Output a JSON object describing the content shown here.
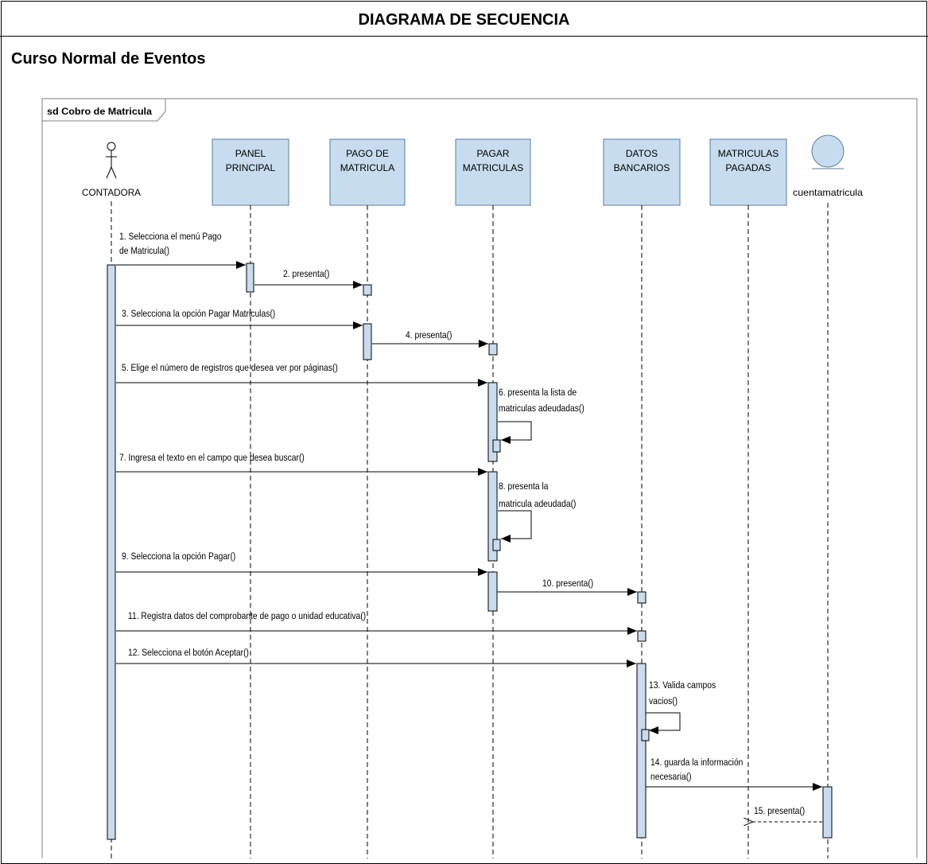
{
  "document": {
    "title": "DIAGRAMA DE SECUENCIA",
    "section": "Curso Normal de Eventos"
  },
  "diagram": {
    "frame_label": "sd Cobro de Matricula",
    "colors": {
      "box_fill": "#c7dcee",
      "box_stroke": "#5a7ea0",
      "activation_fill": "#c7dcee",
      "line": "#000000"
    },
    "lifelines": [
      {
        "id": "contadora",
        "kind": "actor",
        "label": [
          "CONTADORA"
        ]
      },
      {
        "id": "panel",
        "kind": "boundary",
        "label": [
          "PANEL",
          "PRINCIPAL"
        ]
      },
      {
        "id": "pago",
        "kind": "boundary",
        "label": [
          "PAGO DE",
          "MATRICULA"
        ]
      },
      {
        "id": "pagar",
        "kind": "boundary",
        "label": [
          "PAGAR",
          "MATRICULAS"
        ]
      },
      {
        "id": "datos",
        "kind": "boundary",
        "label": [
          "DATOS",
          "BANCARIOS"
        ]
      },
      {
        "id": "pagadas",
        "kind": "boundary",
        "label": [
          "MATRICULAS",
          "PAGADAS"
        ]
      },
      {
        "id": "cuenta",
        "kind": "entity",
        "label": [
          "cuentamatricula"
        ]
      }
    ],
    "messages": [
      {
        "num": 1,
        "text": [
          "1. Selecciona el menú Pago",
          "de Matricula()"
        ],
        "from": "contadora",
        "to": "panel",
        "type": "sync"
      },
      {
        "num": 2,
        "text": [
          "2. presenta()"
        ],
        "from": "panel",
        "to": "pago",
        "type": "sync"
      },
      {
        "num": 3,
        "text": [
          "3. Selecciona la opción Pagar Matriculas()"
        ],
        "from": "contadora",
        "to": "pago",
        "type": "sync"
      },
      {
        "num": 4,
        "text": [
          "4. presenta()"
        ],
        "from": "pago",
        "to": "pagar",
        "type": "sync"
      },
      {
        "num": 5,
        "text": [
          "5. Elige el número de registros que desea ver por páginas()"
        ],
        "from": "contadora",
        "to": "pagar",
        "type": "sync"
      },
      {
        "num": 6,
        "text": [
          "6. presenta la lista de",
          "matriculas adeudadas()"
        ],
        "from": "pagar",
        "to": "pagar",
        "type": "self"
      },
      {
        "num": 7,
        "text": [
          "7. Ingresa el texto en el campo que desea buscar()"
        ],
        "from": "contadora",
        "to": "pagar",
        "type": "sync"
      },
      {
        "num": 8,
        "text": [
          "8. presenta la",
          "matricula adeudada()"
        ],
        "from": "pagar",
        "to": "pagar",
        "type": "self"
      },
      {
        "num": 9,
        "text": [
          "9. Selecciona la opción Pagar()"
        ],
        "from": "contadora",
        "to": "pagar",
        "type": "sync"
      },
      {
        "num": 10,
        "text": [
          "10. presenta()"
        ],
        "from": "pagar",
        "to": "datos",
        "type": "sync"
      },
      {
        "num": 11,
        "text": [
          "11. Registra datos del comprobante de pago o unidad educativa()"
        ],
        "from": "contadora",
        "to": "datos",
        "type": "sync"
      },
      {
        "num": 12,
        "text": [
          "12. Selecciona el botón Aceptar()"
        ],
        "from": "contadora",
        "to": "datos",
        "type": "sync"
      },
      {
        "num": 13,
        "text": [
          "13. Valida campos",
          "vacios()"
        ],
        "from": "datos",
        "to": "datos",
        "type": "self"
      },
      {
        "num": 14,
        "text": [
          "14. guarda la información",
          "necesaria()"
        ],
        "from": "datos",
        "to": "cuenta",
        "type": "sync"
      },
      {
        "num": 15,
        "text": [
          "15. presenta()"
        ],
        "from": "cuenta",
        "to": "pagadas",
        "type": "return"
      }
    ]
  }
}
